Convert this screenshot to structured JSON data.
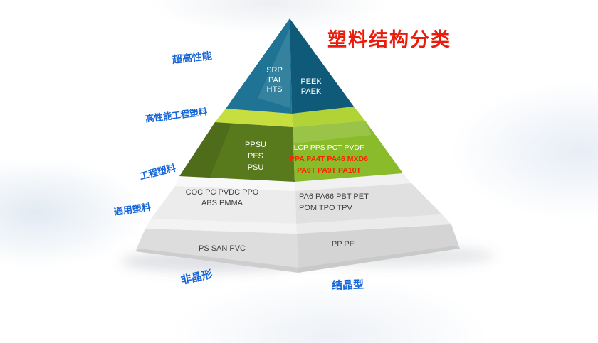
{
  "title": "塑料结构分类",
  "side_labels": [
    "超高性能",
    "高性能工程塑料",
    "工程塑料",
    "通用塑料"
  ],
  "bottom_labels": {
    "left": "非晶形",
    "right": "结晶型"
  },
  "tiers": [
    {
      "name": "ultra-high-performance",
      "left_lines": [
        "SRP",
        "PAI",
        "HTS"
      ],
      "right_lines": [
        "PEEK",
        "PAEK"
      ]
    },
    {
      "name": "high-performance-engineering",
      "left_lines": [
        "PPSU",
        "PES",
        "PSU"
      ],
      "right_lines": [
        "LCP PPS PCT PVDF",
        "PPA PA4T PA46 MXD6",
        "PA6T PA9T PA10T"
      ]
    },
    {
      "name": "engineering-plastics",
      "left_lines": [
        "COC PC PVDC PPO",
        "ABS PMMA"
      ],
      "right_lines": [
        "PA6 PA66  PBT PET",
        "POM TPO TPV"
      ]
    },
    {
      "name": "general-plastics",
      "left_lines": [
        "PS SAN PVC"
      ],
      "right_lines": [
        "PP PE"
      ]
    }
  ],
  "colors": {
    "title_red": "#ea1c0c",
    "label_blue": "#1565d8",
    "highlight_red": "#ff2000",
    "tier1_left": "#1f7495",
    "tier1_right": "#0f5a79",
    "tier2_left": "#59791d",
    "tier2_right": "#8abb2a",
    "tier2_ledge_left": "#c6df3e",
    "tier2_ledge_right": "#b2d336",
    "tier3_left": "#ececec",
    "tier3_right": "#e0e0e0",
    "tier3_ledge_left": "#f8f8f8",
    "tier3_ledge_right": "#f1f1f1",
    "tier4_left": "#dddddd",
    "tier4_right": "#d4d4d4",
    "tier4_ledge_left": "#f3f3f3",
    "tier4_ledge_right": "#ebebeb"
  }
}
